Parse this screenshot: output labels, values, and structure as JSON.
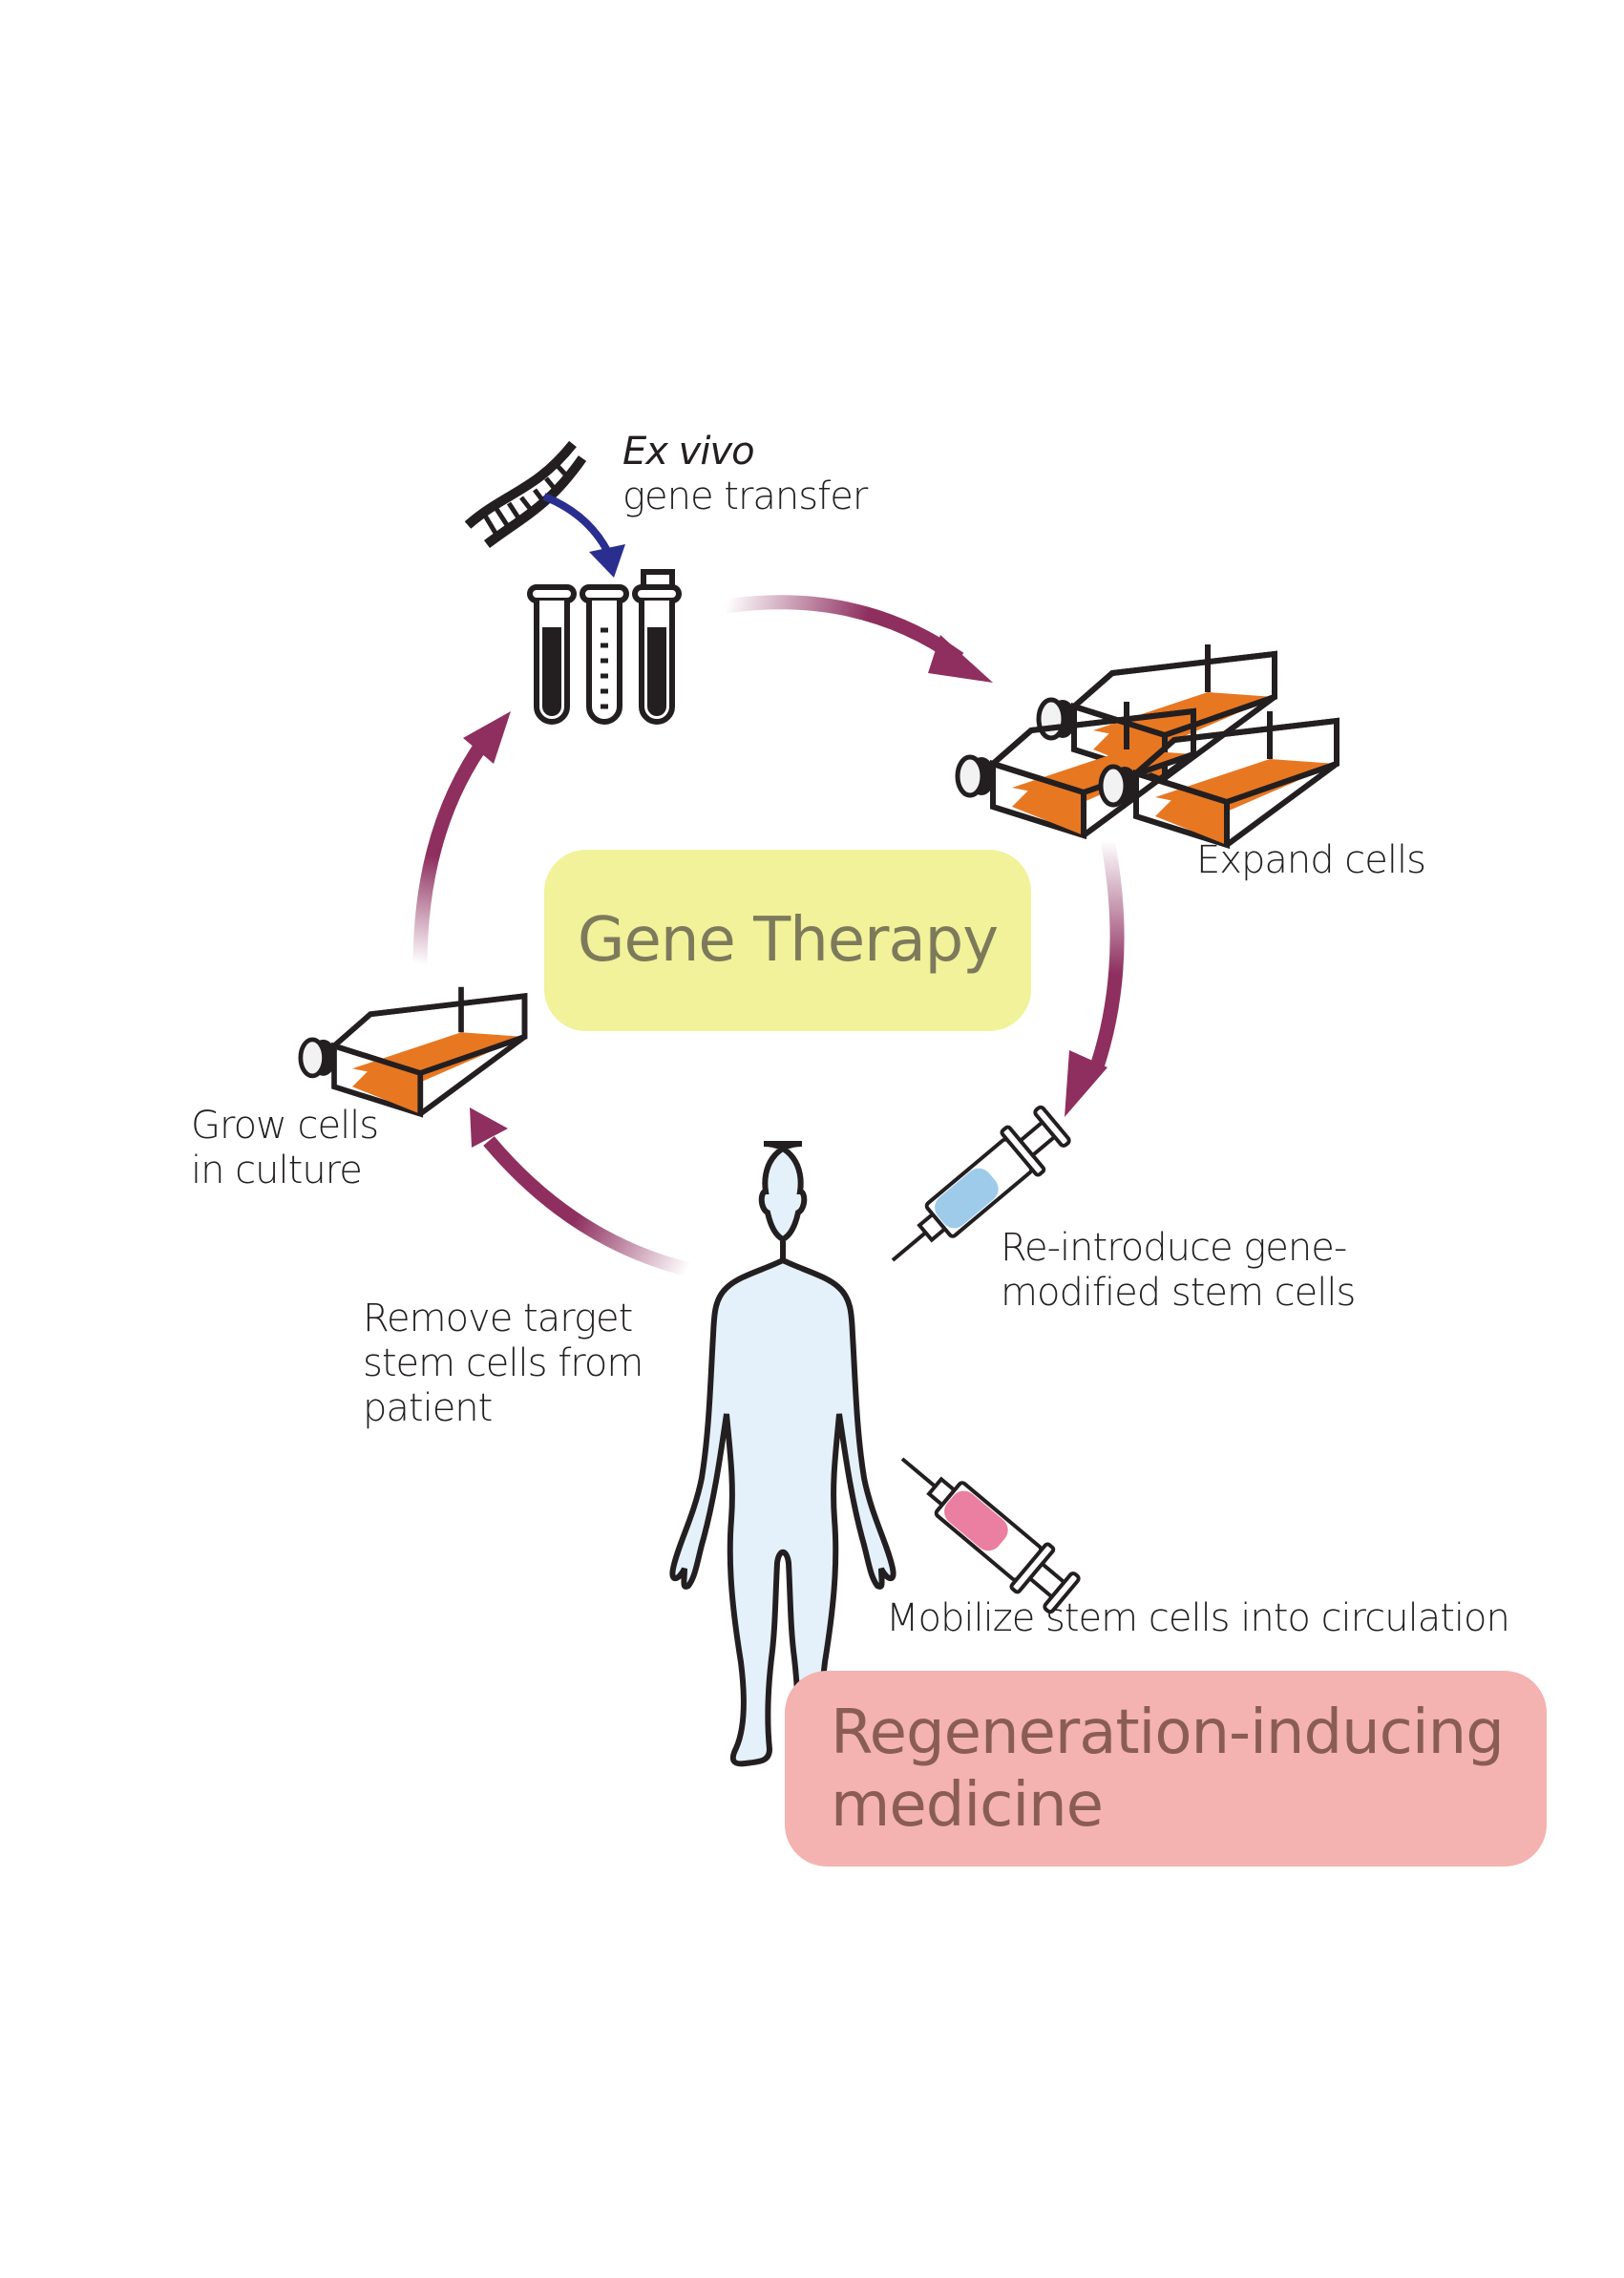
{
  "diagram": {
    "title_boxes": {
      "gene_therapy": "Gene Therapy",
      "regeneration": [
        "Regeneration-inducing",
        "medicine"
      ]
    },
    "steps": {
      "gene_transfer": {
        "italic": "Ex vivo",
        "text": "gene transfer"
      },
      "expand": "Expand cells",
      "reintroduce": [
        "Re-introduce gene-",
        "modified stem cells"
      ],
      "mobilize": "Mobilize stem cells into circulation",
      "remove": [
        "Remove target",
        "stem cells from",
        "patient"
      ],
      "grow": [
        "Grow cells",
        "in culture"
      ]
    },
    "icons": [
      "dna-icon",
      "test-tubes-icon",
      "culture-flask-icon",
      "human-body-icon",
      "syringe-icon"
    ],
    "colors": {
      "cycle_arrow": "#8e2f5f",
      "dna_arrow": "#2a2f8f",
      "gene_box": "#f1f29a",
      "gene_text": "#7d7a5c",
      "regen_box": "#f4b3b0",
      "regen_text": "#8a5d54",
      "medium": "#e87722",
      "body_fill": "#e4f1fb",
      "syringe_blue": "#9fcbea",
      "syringe_pink": "#ea7fa2",
      "outline": "#231f20"
    }
  }
}
